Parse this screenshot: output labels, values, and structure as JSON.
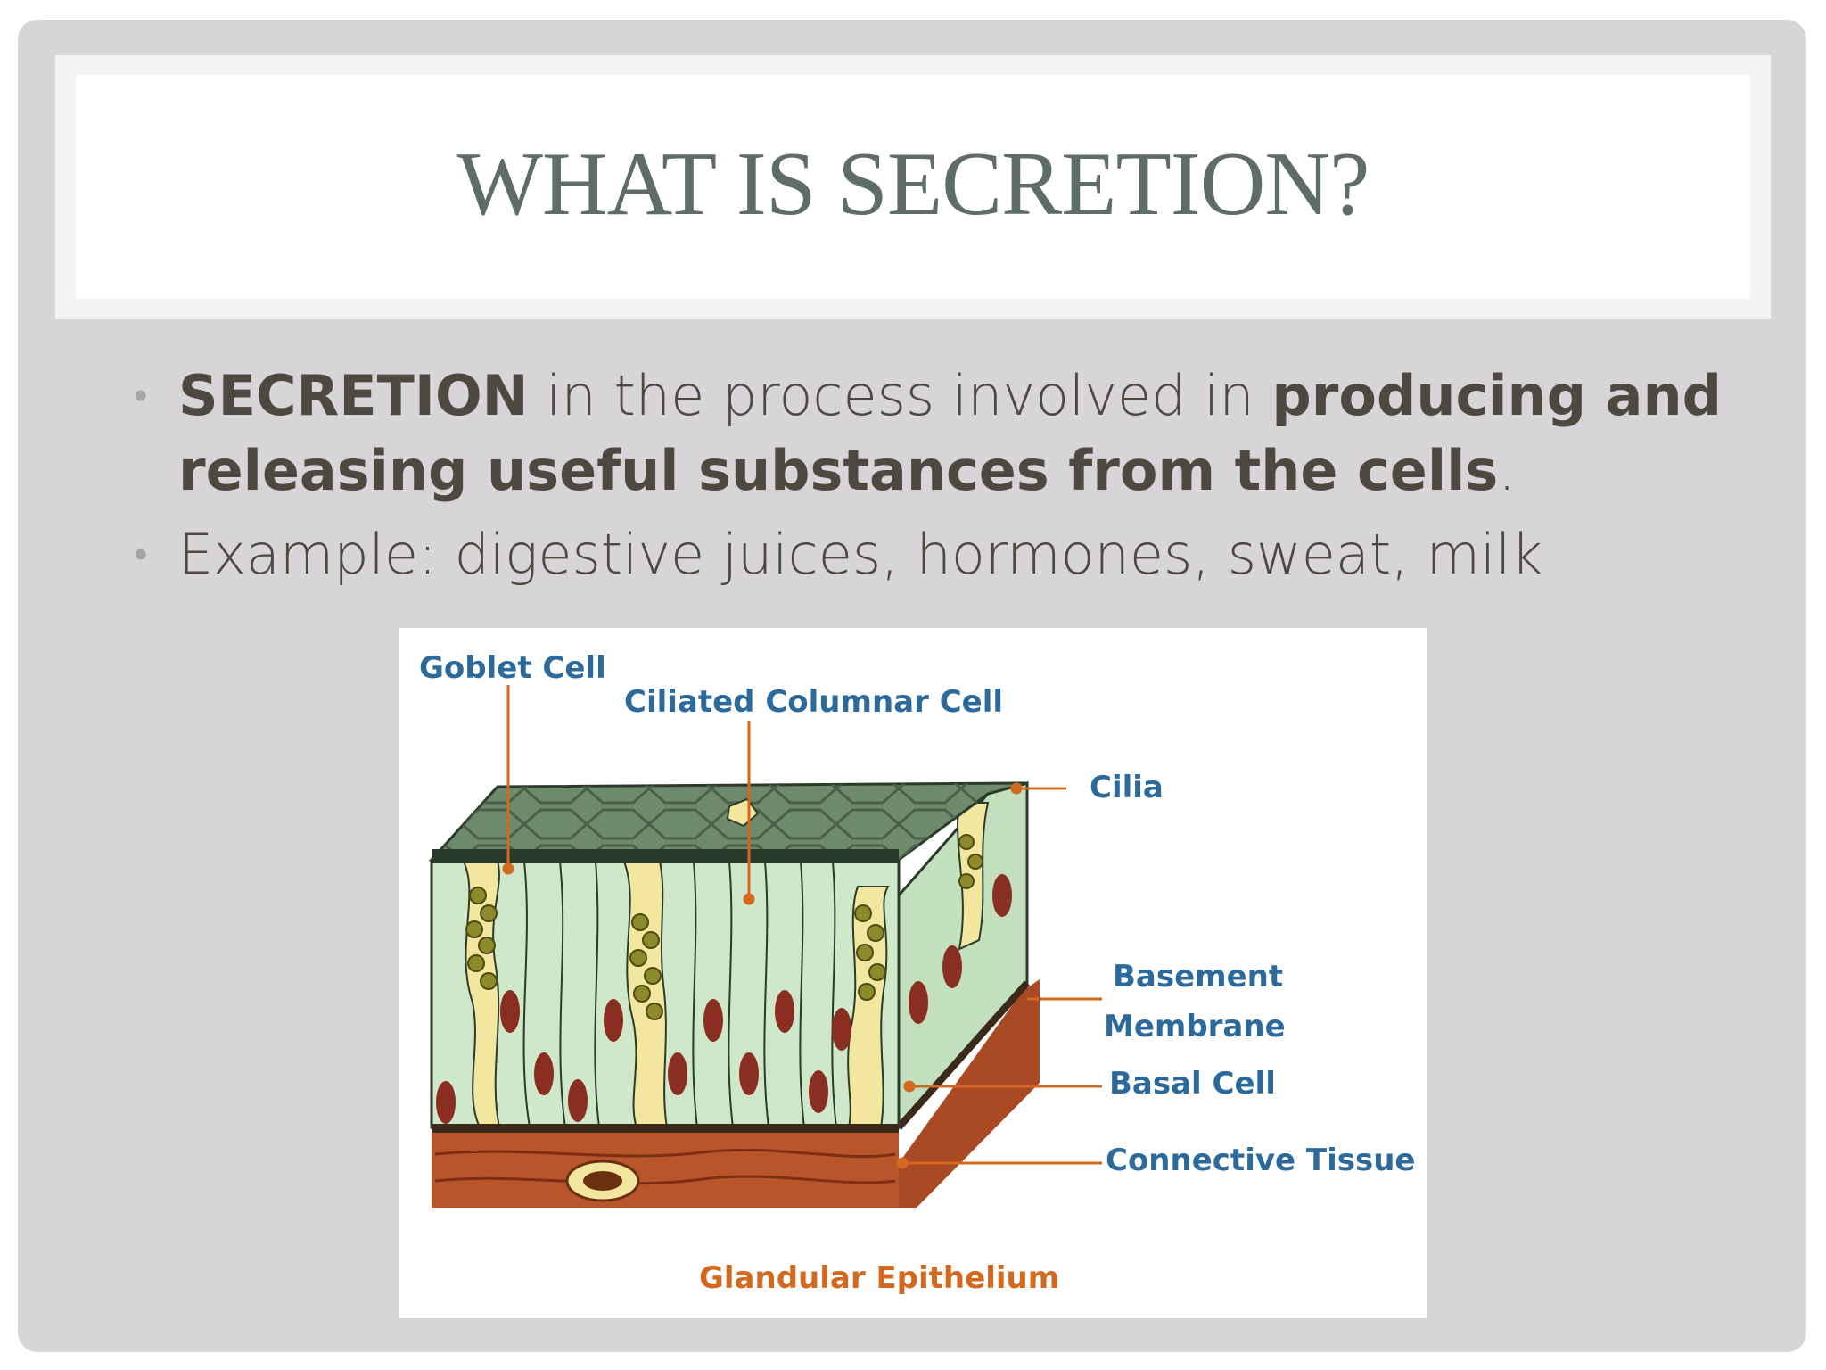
{
  "slide": {
    "title": "WHAT IS SECRETION?",
    "bullets": [
      {
        "b1": "SECRETION",
        "t1": " in the process involved in ",
        "b2": "producing and releasing useful substances from the cells",
        "t2": "."
      },
      {
        "t1": "Example: digestive juices, hormones, sweat, milk"
      }
    ],
    "bullet_color": "#a4a6a3",
    "title_color": "#5f6d67"
  },
  "figure": {
    "labels": {
      "goblet": "Goblet Cell",
      "ciliated": "Ciliated Columnar Cell",
      "cilia": "Cilia",
      "basement_1": "Basement",
      "basement_2": "Membrane",
      "basal": "Basal Cell",
      "connective": "Connective Tissue",
      "caption": "Glandular Epithelium"
    },
    "colors": {
      "label_blue": "#2d6a9c",
      "caption_orange": "#d3691f",
      "cell_green": "#cfe8c9",
      "goblet_yellow": "#f3e7a0",
      "surface_green": "#6e8a6c",
      "nucleus": "#8b2e22",
      "connective": "#b8552b"
    }
  }
}
